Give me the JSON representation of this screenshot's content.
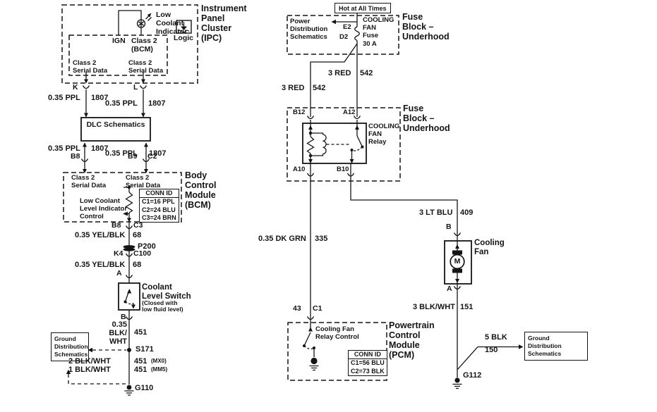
{
  "ipc": {
    "title": "Instrument\nPanel\nCluster\n(IPC)",
    "low_coolant": "Low\nCoolant\nIndicator",
    "logic": "Logic",
    "ign": "IGN",
    "class2_bcm": "Class 2\n(BCM)",
    "serial_left": "Class 2\nSerial Data",
    "serial_right": "Class 2\nSerial Data"
  },
  "dlc": {
    "title": "DLC Schematics"
  },
  "bcm": {
    "title": "Body\nControl\nModule\n(BCM)",
    "serial_left": "Class 2\nSerial Data",
    "serial_right": "Class 2\nSerial Data",
    "low_coolant_control": "Low Coolant\nLevel Indicator\nControl",
    "conn_id": {
      "header": "CONN ID",
      "rows": [
        "C1=16 PPL",
        "C2=24 BLU",
        "C3=24 BRN"
      ]
    }
  },
  "coolant_switch": {
    "title": "Coolant\nLevel Switch",
    "note": "(Closed with\nlow fluid level)"
  },
  "ground_left": {
    "box": "Ground\nDistribution\nSchematics",
    "s171": "S171",
    "g110": "G110",
    "wire_451": {
      "gauge": "0.35\nBLK/\nWHT",
      "circuit": "451"
    },
    "mx0": {
      "gauge": "2 BLK/WHT",
      "circuit": "451",
      "variant": "(MX0)"
    },
    "mm5": {
      "gauge": "1 BLK/WHT",
      "circuit": "451",
      "variant": "(MM5)"
    }
  },
  "power": {
    "hot": "Hot at All Times",
    "box": "Power\nDistribution\nSchematics",
    "fuse": "COOLING\nFAN\nFuse\n30 A",
    "e2": "E2",
    "d2": "D2"
  },
  "fuse_block": {
    "title": "Fuse\nBlock –\nUnderhood",
    "relay": "COOLING\nFAN\nRelay"
  },
  "cooling_fan": {
    "title": "Cooling\nFan",
    "motor": "M"
  },
  "pcm": {
    "title": "Powertrain\nControl\nModule\n(PCM)",
    "relay_control": "Cooling Fan\nRelay Control",
    "conn_id": {
      "header": "CONN ID",
      "rows": [
        "C1=56 BLU",
        "C2=73 BLK"
      ]
    },
    "g112": "G112"
  },
  "ground_right": {
    "box": "Ground Distribution\nSchematics",
    "wire": {
      "gauge": "5 BLK",
      "circuit": "150"
    }
  },
  "wires": {
    "ppl": {
      "gauge": "0.35 PPL",
      "circuit": "1807"
    },
    "yel_blk": {
      "gauge": "0.35 YEL/BLK",
      "circuit": "68"
    },
    "red": {
      "gauge": "3 RED",
      "circuit": "542"
    },
    "dk_grn": {
      "gauge": "0.35 DK GRN",
      "circuit": "335"
    },
    "lt_blu": {
      "gauge": "3 LT BLU",
      "circuit": "409"
    },
    "blk_wht": {
      "gauge": "3 BLK/WHT",
      "circuit": "151"
    }
  },
  "splices": {
    "p200": "P200"
  },
  "pins": {
    "k": "K",
    "l": "L",
    "b8_top": "B8",
    "b9": "B9",
    "c2": "C2",
    "b8_mid": "B8",
    "c3": "C3",
    "k4": "K4",
    "c100": "C100",
    "a_switch": "A",
    "b_switch": "B",
    "b12": "B12",
    "a12": "A12",
    "a10": "A10",
    "b10": "B10",
    "b_fan": "B",
    "a_fan": "A",
    "pcm_43": "43",
    "pcm_c1": "C1"
  }
}
